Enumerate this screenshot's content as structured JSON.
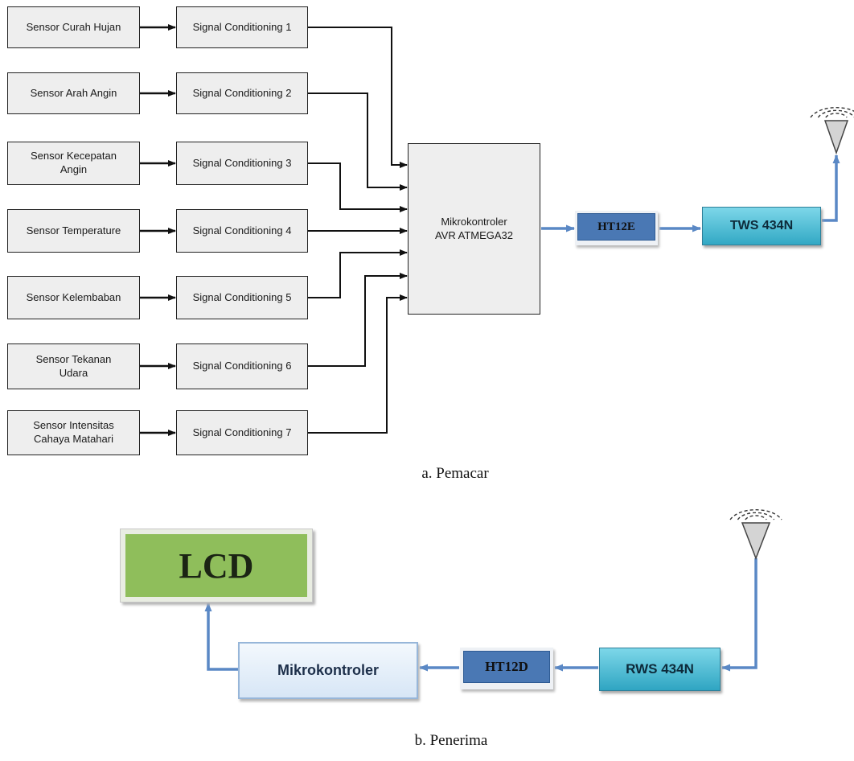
{
  "transmitter": {
    "sensors": [
      "Sensor Curah Hujan",
      "Sensor Arah Angin",
      "Sensor Kecepatan\nAngin",
      "Sensor Temperature",
      "Sensor Kelembaban",
      "Sensor Tekanan\nUdara",
      "Sensor Intensitas\nCahaya Matahari"
    ],
    "signal_conditioning": [
      "Signal Conditioning 1",
      "Signal Conditioning 2",
      "Signal Conditioning 3",
      "Signal Conditioning 4",
      "Signal Conditioning 5",
      "Signal Conditioning 6",
      "Signal Conditioning 7"
    ],
    "microcontroller": "Mikrokontroler\nAVR ATMEGA32",
    "encoder": "HT12E",
    "tx_module": "TWS 434N",
    "caption": "a. Pemacar"
  },
  "receiver": {
    "display": "LCD",
    "microcontroller": "Mikrokontroler",
    "decoder": "HT12D",
    "rx_module": "RWS 434N",
    "caption": "b. Penerima"
  },
  "colors": {
    "block_fill": "#eeeeee",
    "wire": "#111111",
    "link_blue": "#5a88c5",
    "chip_blue": "#4a78b4",
    "module_cyan": "#4dbdd6",
    "lcd_green": "#8fbe5b"
  }
}
